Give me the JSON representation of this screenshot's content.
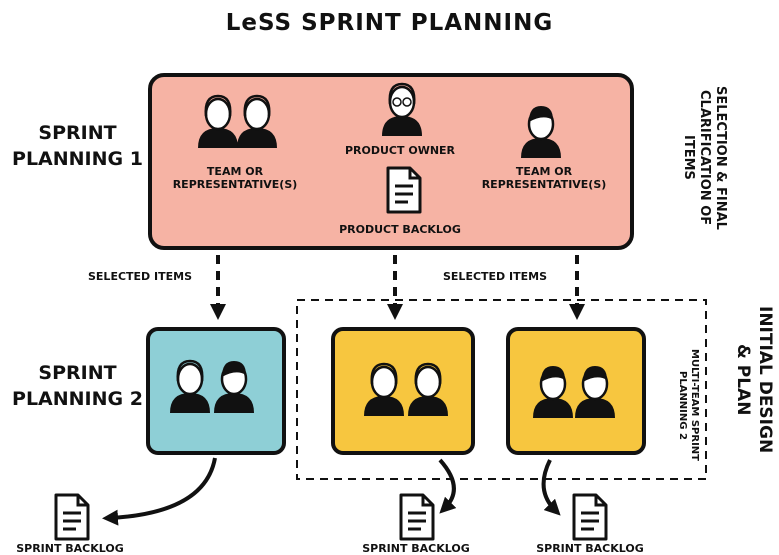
{
  "title": "LeSS SPRINT PLANNING",
  "sprint_planning_1": {
    "label_line1": "SPRINT",
    "label_line2": "PLANNING 1",
    "team_left": "TEAM OR\nREPRESENTATIVE(S)",
    "product_owner": "PRODUCT OWNER",
    "product_backlog": "PRODUCT BACKLOG",
    "team_right": "TEAM OR\nREPRESENTATIVE(S)",
    "side_note": "SELECTION & FINAL CLARIFICATION OF ITEMS",
    "fill": "#f6b3a4"
  },
  "flows": {
    "selected_items_left": "SELECTED ITEMS",
    "selected_items_right": "SELECTED ITEMS"
  },
  "sprint_planning_2": {
    "label_line1": "SPRINT",
    "label_line2": "PLANNING 2",
    "single_team_fill": "#8ecfd6",
    "multi_team_fill": "#f7c63f",
    "multi_team_label": "MULTI-TEAM SPRINT PLANNING 2",
    "side_note": "INITIAL DESIGN & PLAN"
  },
  "outputs": {
    "sprint_backlog_1": "SPRINT BACKLOG",
    "sprint_backlog_2": "SPRINT BACKLOG",
    "sprint_backlog_3": "SPRINT BACKLOG"
  }
}
